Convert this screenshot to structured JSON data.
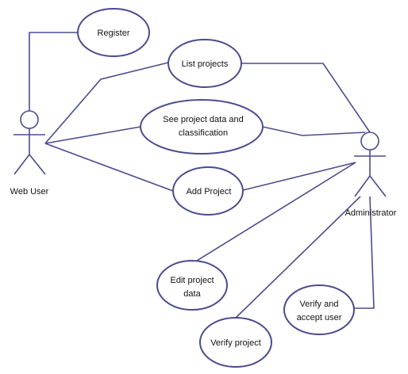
{
  "diagram": {
    "actors": {
      "web_user": {
        "label": "Web User"
      },
      "administrator": {
        "label": "Administrator"
      }
    },
    "use_cases": {
      "register": {
        "label": "Register"
      },
      "list_projects": {
        "label": "List projects"
      },
      "see_project_data": {
        "label_line1": "See project data and",
        "label_line2": "classification"
      },
      "add_project": {
        "label": "Add Project"
      },
      "edit_project_data": {
        "label_line1": "Edit project",
        "label_line2": "data"
      },
      "verify_accept_user": {
        "label_line1": "Verify and",
        "label_line2": "accept user"
      },
      "verify_project": {
        "label": "Verify project"
      }
    },
    "colors": {
      "line": "#4b4b8f",
      "fill": "#ffffff",
      "text": "#111111"
    }
  }
}
